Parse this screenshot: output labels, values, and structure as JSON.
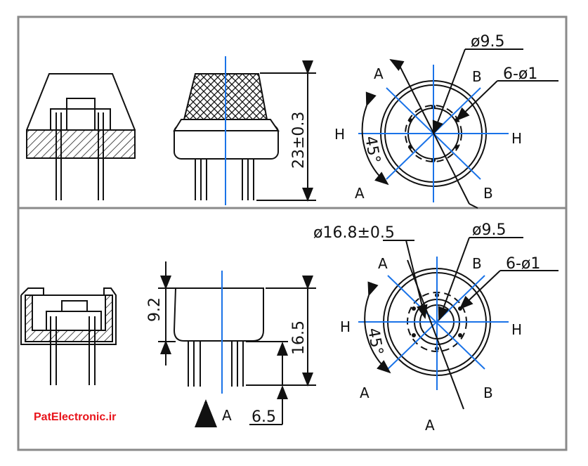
{
  "watermark": "PatElectronic.ir",
  "colors": {
    "line": "#111111",
    "axis": "#1a73e8",
    "frame": "#8a8a8a",
    "watermark": "#e8141b"
  },
  "top": {
    "dim_height": "23±0.3",
    "dim_inner_dia": "ø9.5",
    "dim_pins": "6-ø1",
    "angle": "45°",
    "labels": {
      "a_top": "A",
      "a_bottom": "A",
      "b_top": "B",
      "b_bottom": "B",
      "h_left": "H",
      "h_right": "H"
    }
  },
  "bottom": {
    "dim_outer_dia": "ø16.8±0.5",
    "dim_inner_dia": "ø9.5",
    "dim_pins": "6-ø1",
    "dim_body": "9.2",
    "dim_height": "16.5",
    "dim_pin_len": "6.5",
    "angle": "45°",
    "view_arrow_label": "A",
    "labels": {
      "a_top": "A",
      "a_bottom": "A",
      "a_section": "A",
      "b_top": "B",
      "b_bottom": "B",
      "h_left": "H",
      "h_right": "H"
    }
  }
}
